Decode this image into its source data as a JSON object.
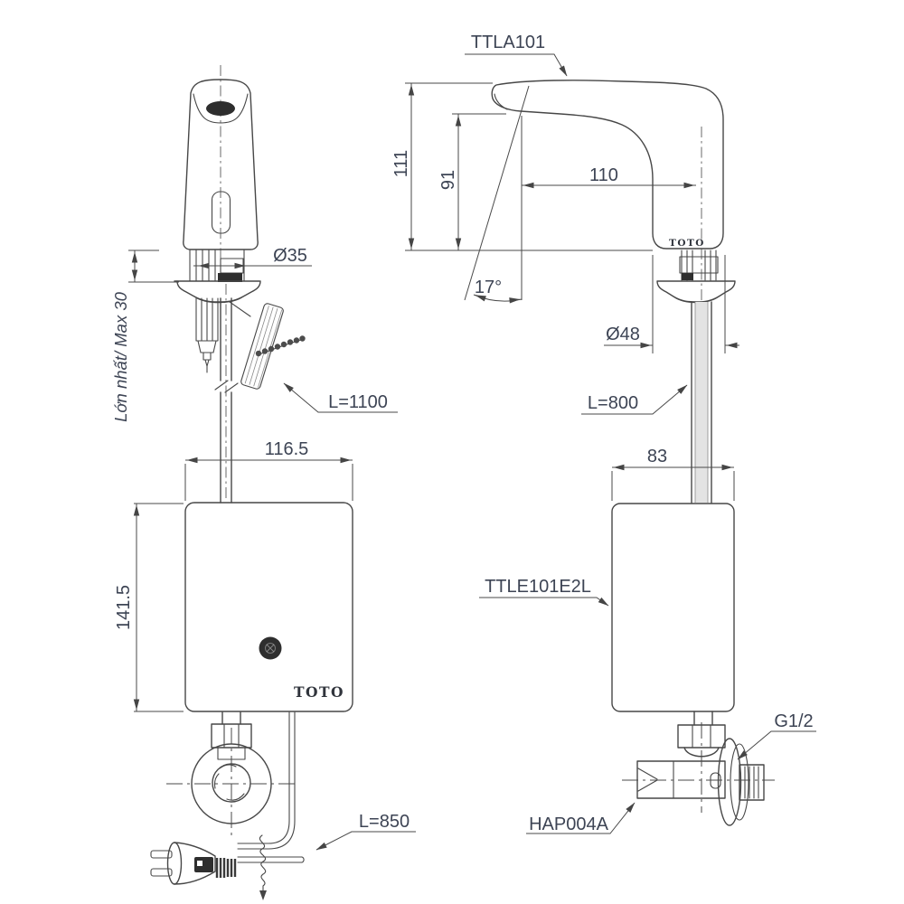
{
  "drawing": {
    "brand": "TOTO",
    "parts": {
      "spout_model": "TTLA101",
      "controller_model": "TTLE101E2L",
      "angle_valve_model": "HAP004A",
      "valve_thread": "G1/2"
    },
    "front_view": {
      "deck_max_thickness": "Lớn nhất/ Max 30",
      "shank_diameter": "Ø35",
      "hose_length": "L=1100",
      "controller_width": "116.5",
      "controller_height": "141.5",
      "power_cord_length": "L=850",
      "controller_logo": "TOTO"
    },
    "side_view": {
      "total_height": "111",
      "spout_outlet_height": "91",
      "spout_reach": "110",
      "spout_angle": "17°",
      "base_diameter": "Ø48",
      "supply_pipe_length": "L=800",
      "controller_depth": "83",
      "body_logo": "TOTO"
    },
    "colors": {
      "line": "#474747",
      "text": "#3d4454",
      "dark_fill": "#2e2e2e",
      "background": "#ffffff"
    }
  }
}
